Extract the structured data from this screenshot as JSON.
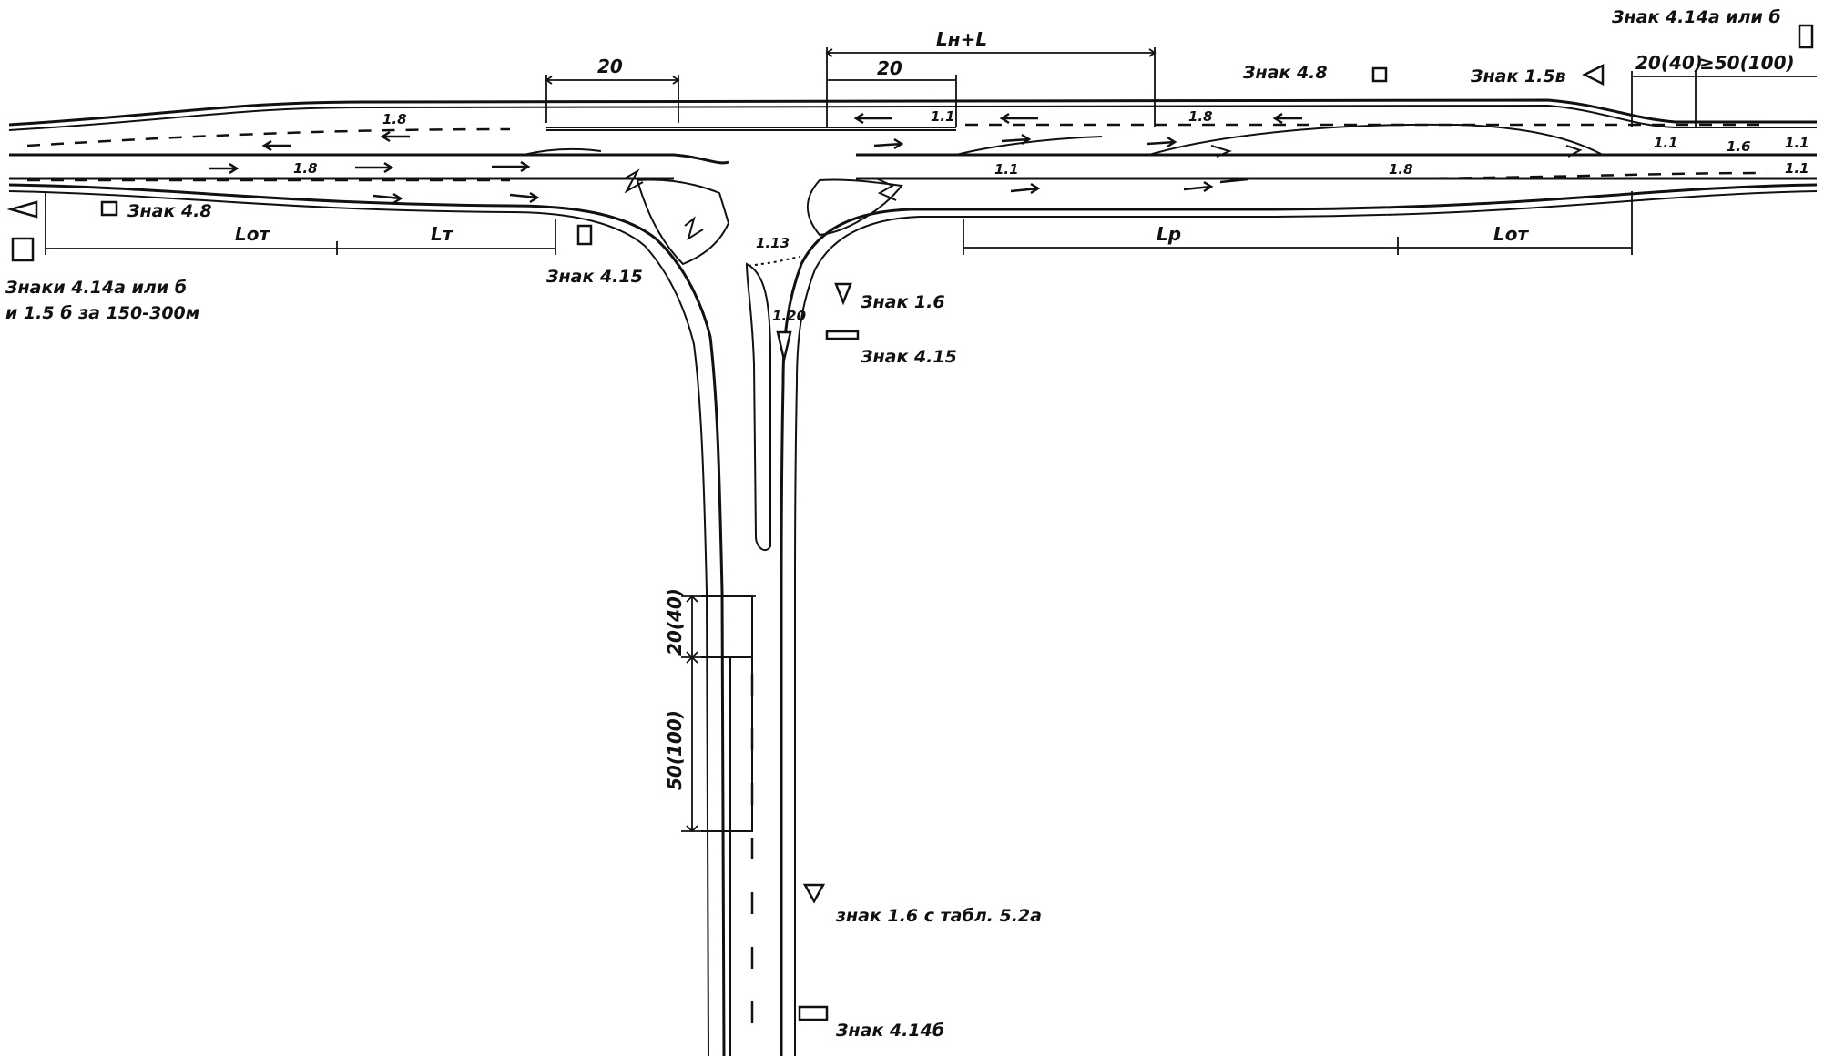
{
  "signs": {
    "top_right_414": "Знак 4.14а или б",
    "sign_48_top": "Знак 4.8",
    "sign_15v": "Знак 1.5в",
    "sign_48_left": "Знак 4.8",
    "signs_left_line1": "Знаки 4.14а или б",
    "signs_left_line2": "и 1.5 б за 150-300м",
    "sign_415_left": "Знак 4.15",
    "sign_16": "Знак 1.6",
    "sign_415_right": "Знак 4.15",
    "sign_16_tabl": "знак 1.6 с табл. 5.2а",
    "sign_414b": "Знак 4.14б"
  },
  "dimensions": {
    "d20_left": "20",
    "ln_plus_l": "Lн+L",
    "d20_mid": "20",
    "d20_40_top": "20(40)",
    "d50_100_top": "≥50(100)",
    "l_ot_left": "Lот",
    "l_t": "Lт",
    "l_p": "Lр",
    "l_ot_right": "Lот",
    "d20_40_vert": "20(40)",
    "d50_100_vert": "50(100)"
  },
  "markings": {
    "m18_a": "1.8",
    "m11_a": "1.1",
    "m18_b": "1.8",
    "m18_c": "1.8",
    "m11_b": "1.1",
    "m18_d": "1.8",
    "m11_c": "1.1",
    "m16": "1.6",
    "m11_d": "1.1",
    "m11_e": "1.1",
    "m113": "1.13",
    "m120": "1.20"
  }
}
